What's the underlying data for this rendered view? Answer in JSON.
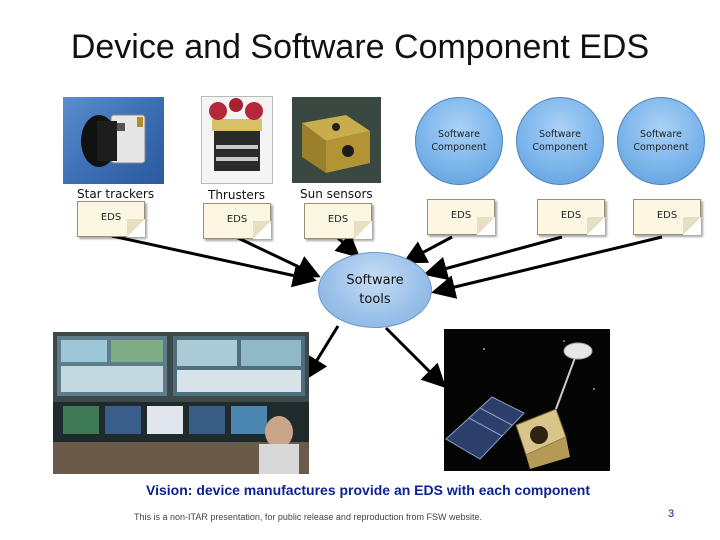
{
  "title": "Device and Software Component EDS",
  "devices": [
    {
      "label": "Star trackers",
      "eds": "EDS",
      "image": "star-tracker-photo"
    },
    {
      "label": "Thrusters",
      "eds": "EDS",
      "image": "thruster-photo"
    },
    {
      "label": "Sun sensors",
      "eds": "EDS",
      "image": "sun-sensor-photo"
    }
  ],
  "software_components": [
    {
      "label": "Software Component",
      "eds": "EDS"
    },
    {
      "label": "Software Component",
      "eds": "EDS"
    },
    {
      "label": "Software Component",
      "eds": "EDS"
    }
  ],
  "center": {
    "label": "Software tools"
  },
  "outputs": [
    {
      "image": "control-room-photo"
    },
    {
      "image": "spacecraft-photo"
    }
  ],
  "vision": "Vision: device manufactures provide an EDS with each component",
  "footer": "This is a non-ITAR presentation, for public release and reproduction from FSW website.",
  "page_number": "3",
  "colors": {
    "accent_text": "#0b238f",
    "component_fill": "#78b3ea",
    "eds_fill": "#fcf7e3"
  }
}
